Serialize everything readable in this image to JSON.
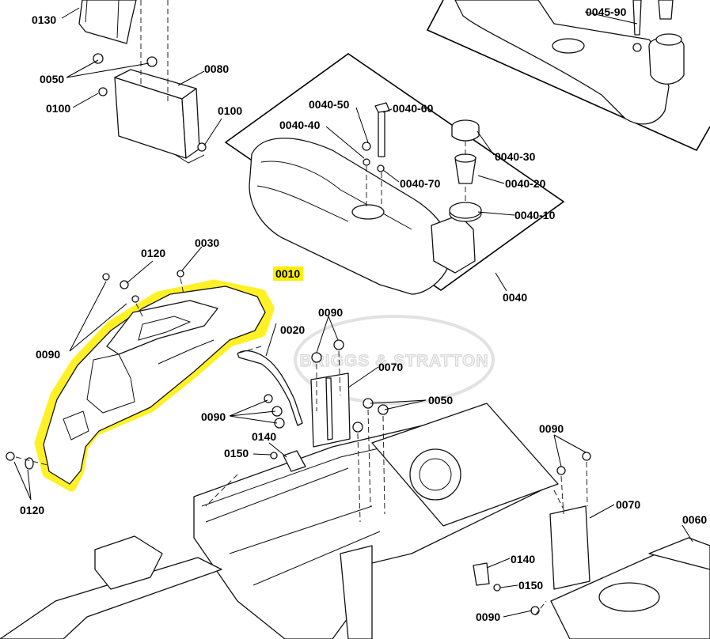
{
  "watermark": "BRIGGS & STRATTON",
  "highlight_color": "#ffee00",
  "highlighted_part": "0010",
  "labels": {
    "l0130": "0130",
    "l0050a": "0050",
    "l0080": "0080",
    "l0100a": "0100",
    "l0100b": "0100",
    "l0045_90": "0045-90",
    "l0040_50": "0040-50",
    "l0040_60": "0040-60",
    "l0040_40": "0040-40",
    "l0040_30": "0040-30",
    "l0040_70": "0040-70",
    "l0040_20": "0040-20",
    "l0040_10": "0040-10",
    "l0040": "0040",
    "l0120a": "0120",
    "l0030": "0030",
    "l0010": "0010",
    "l0020": "0020",
    "l0090a": "0090",
    "l0090b": "0090",
    "l0070a": "0070",
    "l0050b": "0050",
    "l0090c": "0090",
    "l0140a": "0140",
    "l0150a": "0150",
    "l0120b": "0120",
    "l0090d": "0090",
    "l0070b": "0070",
    "l0060": "0060",
    "l0140b": "0140",
    "l0150b": "0150",
    "l0090e": "0090"
  }
}
